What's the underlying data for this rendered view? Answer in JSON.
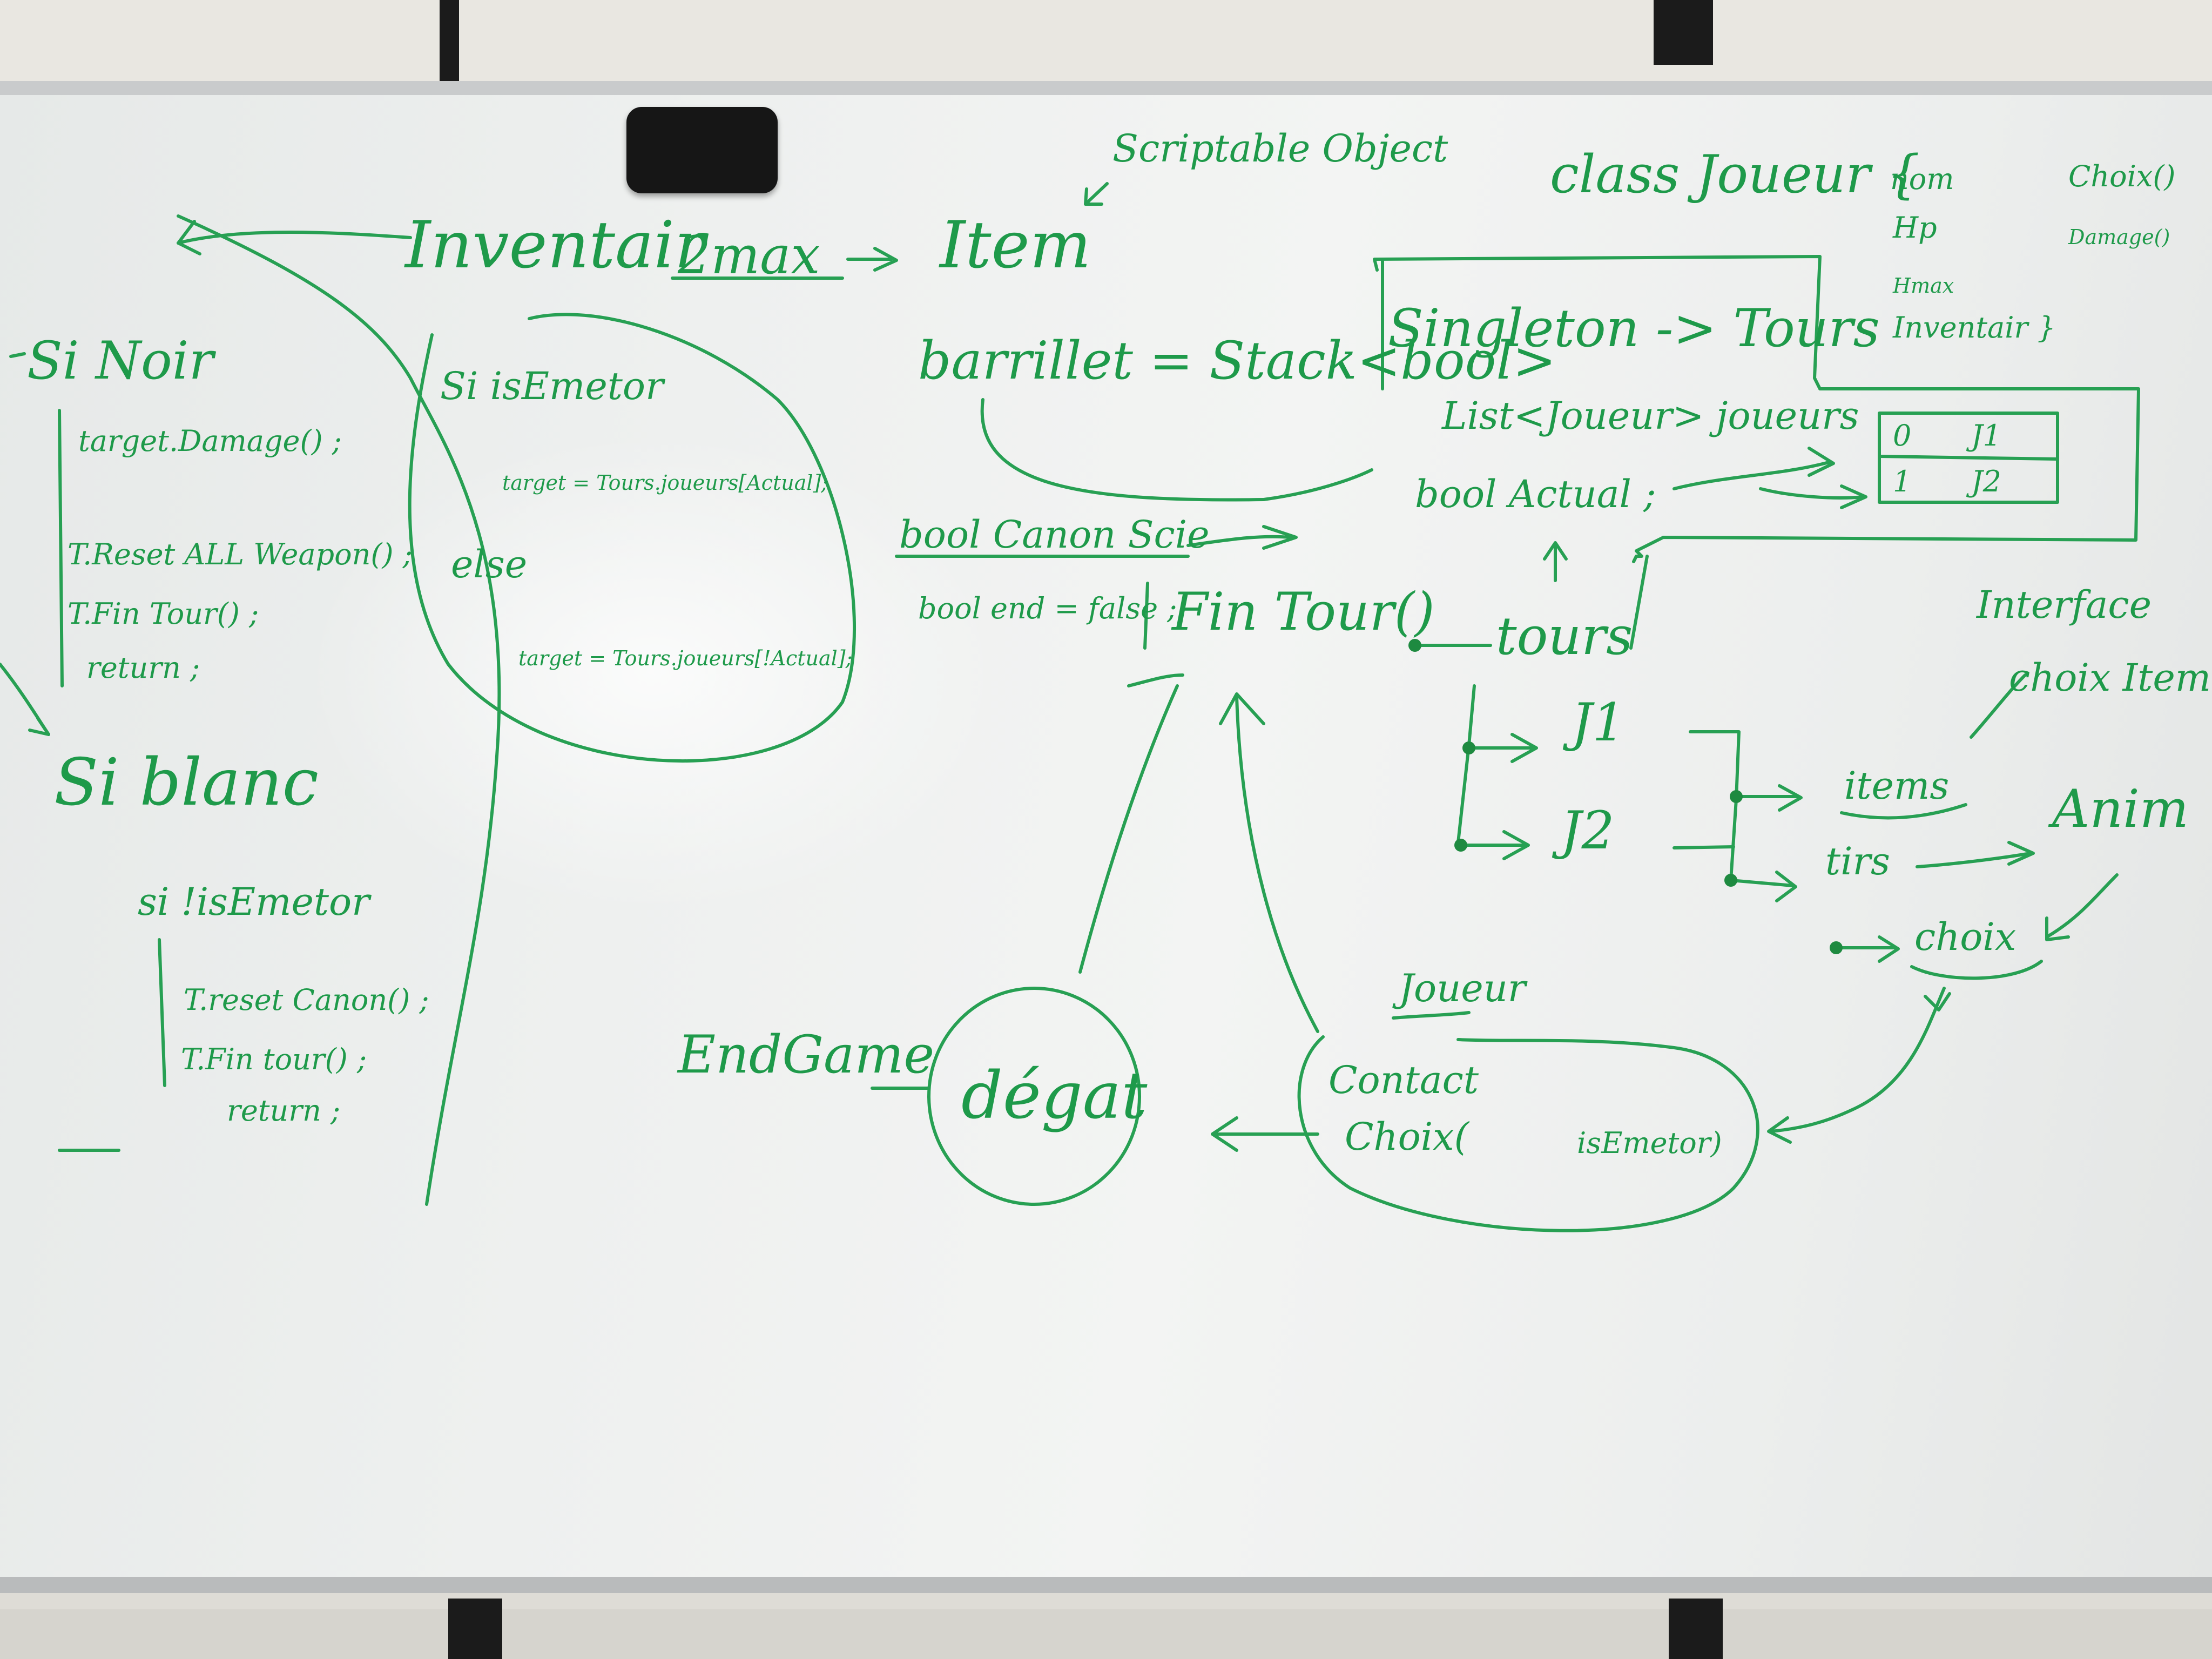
{
  "board": {
    "ink_color": "#1e9a4a",
    "surface_color": "#eef0ef",
    "left_code": {
      "si_noir": "Si Noir",
      "target_damage": "target.Damage() ;",
      "reset_all_weapon": "T.Reset ALL Weapon() ;",
      "fin_tour_1": "T.Fin Tour() ;",
      "return_1": "return ;",
      "si_blanc": "Si blanc",
      "si_not_emetor": "si !isEmetor",
      "reset_canon": "T.reset Canon() ;",
      "fin_tour_2": "T.Fin tour() ;",
      "return_2": "return ;"
    },
    "inventory": {
      "inventaire": "Inventair",
      "max": "2max",
      "item": "Item",
      "scriptable": "Scriptable Object"
    },
    "emetor_block": {
      "si_emetor": "Si isEmetor",
      "target_actual": "target = Tours.joueurs[Actual];",
      "else": "else",
      "target_not_actual": "target = Tours.joueurs[!Actual];"
    },
    "tours_class": {
      "barillet": "barrillet = Stack<bool>",
      "singleton": "Singleton -> Tours",
      "list_joueurs": "List<Joueur> joueurs",
      "bool_actual": "bool Actual ;",
      "bool_canon": "bool Canon Scie",
      "bool_end": "bool end = false ;",
      "fin_tour": "Fin Tour()",
      "table": [
        {
          "index": "0",
          "player": "J1"
        },
        {
          "index": "1",
          "player": "J2"
        }
      ]
    },
    "class_joueur": {
      "header": "class Joueur {",
      "fields": [
        "nom",
        "Hp",
        "Hmax",
        "Inventair }"
      ],
      "methods": [
        "Choix()",
        "Damage()"
      ]
    },
    "flow": {
      "tours": "tours",
      "j1": "J1",
      "j2": "J2",
      "items": "items",
      "tirs": "tirs",
      "choix": "choix",
      "anim": "Anim",
      "interface": "Interface",
      "choix_item": "choix Item"
    },
    "bottom": {
      "joueur": "Joueur",
      "contact_choix": [
        "Contact",
        "Choix(",
        "isEmetor)"
      ],
      "degat": "dégat",
      "end_game": "EndGame"
    }
  }
}
